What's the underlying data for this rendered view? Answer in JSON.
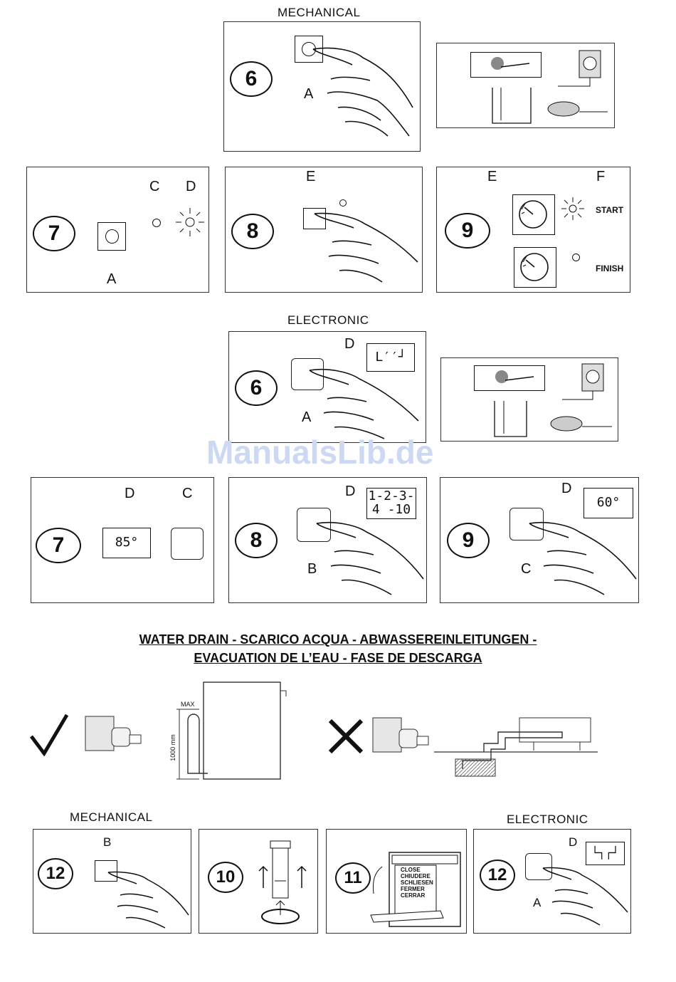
{
  "sections": {
    "mechanical_top": "MECHANICAL",
    "electronic_mid": "ELECTRONIC",
    "mechanical_bottom": "MECHANICAL",
    "electronic_bottom": "ELECTRONIC"
  },
  "mechanical": {
    "p6": {
      "num": "6",
      "label_a": "A"
    },
    "p7": {
      "num": "7",
      "label_c": "C",
      "label_d": "D",
      "label_a": "A"
    },
    "p8": {
      "num": "8",
      "label_e": "E"
    },
    "p9": {
      "num": "9",
      "label_e": "E",
      "label_f": "F",
      "start": "START",
      "finish": "FINISH"
    }
  },
  "electronic": {
    "p6": {
      "num": "6",
      "label_d": "D",
      "label_a": "A",
      "display": "L′′┘"
    },
    "p7": {
      "num": "7",
      "label_d": "D",
      "label_c": "C",
      "display": "85°"
    },
    "p8": {
      "num": "8",
      "label_d": "D",
      "label_b": "B",
      "display_l1": "1-2-3-",
      "display_l2": "4 -10"
    },
    "p9": {
      "num": "9",
      "label_d": "D",
      "label_c": "C",
      "display": "60°"
    }
  },
  "water_drain": {
    "title_line1": "WATER DRAIN - SCARICO ACQUA - ABWASSEREINLEITUNGEN -",
    "title_line2": "EVACUATION DE L’EAU - FASE DE DESCARGA",
    "max_label": "MAX",
    "height_label": "1000 mm",
    "ok_icon": "check-mark-icon",
    "bad_icon": "cross-mark-icon"
  },
  "bottom": {
    "p12_mech": {
      "num": "12",
      "label_b": "B"
    },
    "p10": {
      "num": "10"
    },
    "p11": {
      "num": "11",
      "door_text": [
        "CLOSE",
        "CHIUDERE",
        "SCHLIESEN",
        "FERMER",
        "CERRAR"
      ]
    },
    "p12_elec": {
      "num": "12",
      "label_d": "D",
      "label_a": "A",
      "display": "└┐┌┘"
    }
  },
  "watermark": "ManualsLib.de"
}
